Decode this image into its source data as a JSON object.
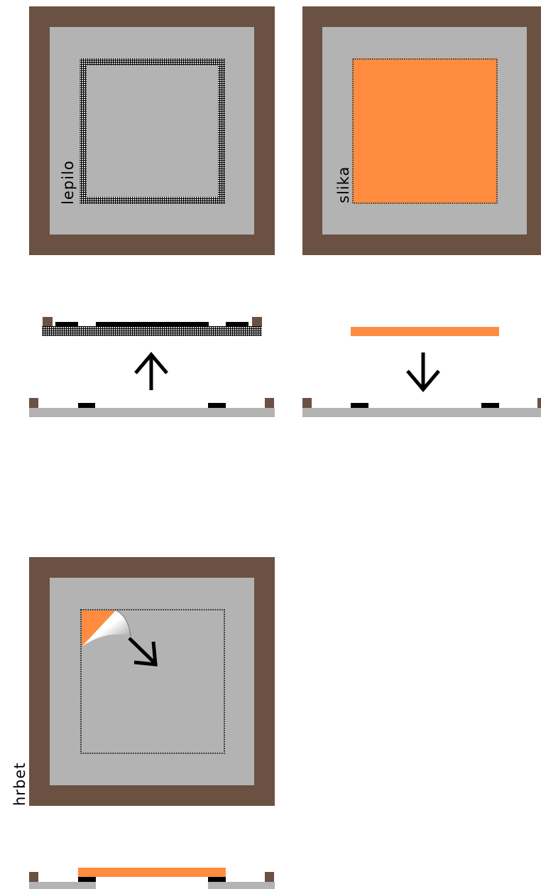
{
  "labels": {
    "glue": "lepilo",
    "picture": "slika",
    "back": "hrbet"
  },
  "colors": {
    "frame": "#6b5142",
    "mat": "#b3b3b3",
    "picture": "#ff8c3f",
    "glue_hatch": "#000000",
    "tape": "#000000",
    "arrow": "#000000"
  },
  "icons": {
    "up_arrow": "arrow-up-icon",
    "down_arrow": "arrow-down-icon",
    "peel_arrow": "arrow-down-right-icon",
    "peel_corner": "peeling-corner-icon"
  }
}
